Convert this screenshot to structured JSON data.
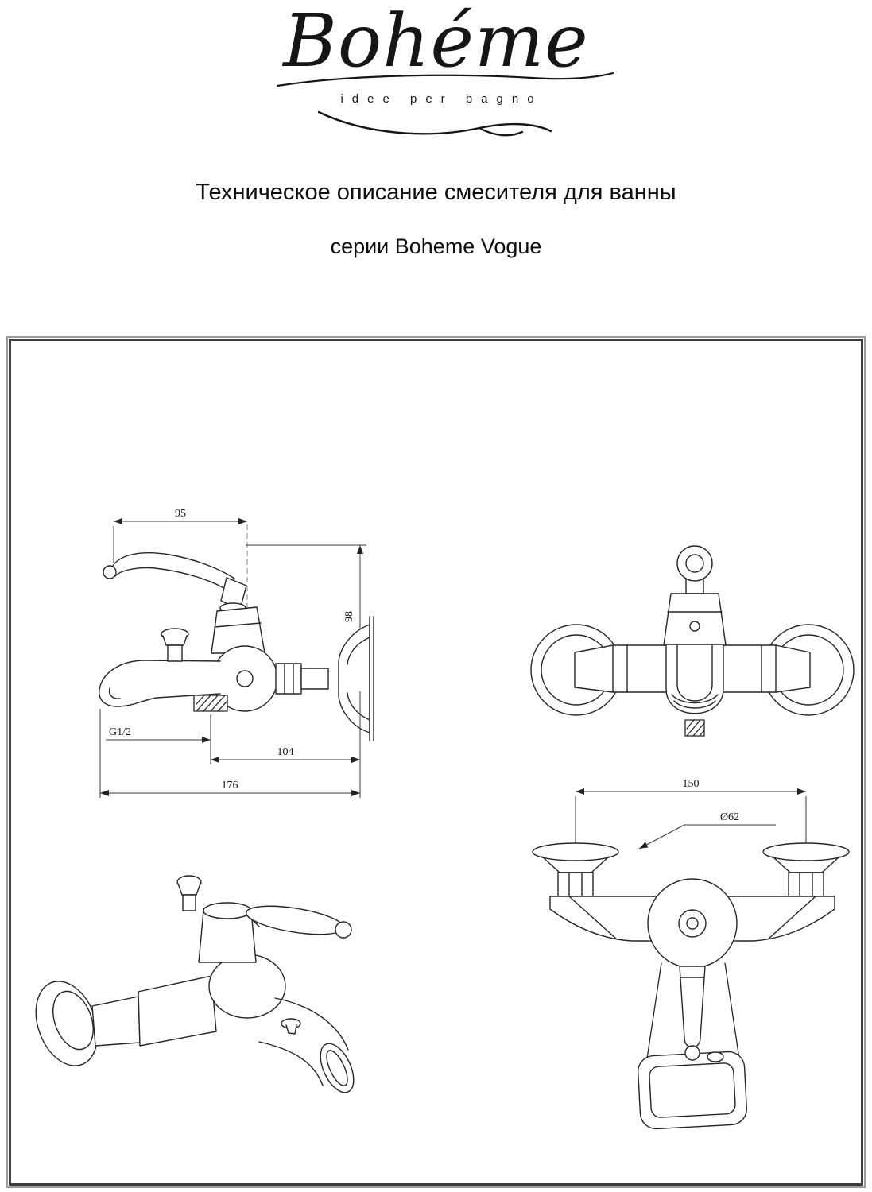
{
  "logo": {
    "brand": "Bohéme",
    "tagline": "idee per bagno"
  },
  "title": {
    "line1": "Техническое описание смесителя для ванны",
    "line2": "серии Boheme Vogue"
  },
  "drawing": {
    "side_view": {
      "dim_handle_span": "95",
      "dim_height": "98",
      "dim_spout_center": "104",
      "dim_total_reach": "176",
      "thread_label": "G1/2"
    },
    "bottom_front_view": {
      "dim_flange_centers": "150",
      "dim_flange_diameter": "Ø62"
    }
  }
}
